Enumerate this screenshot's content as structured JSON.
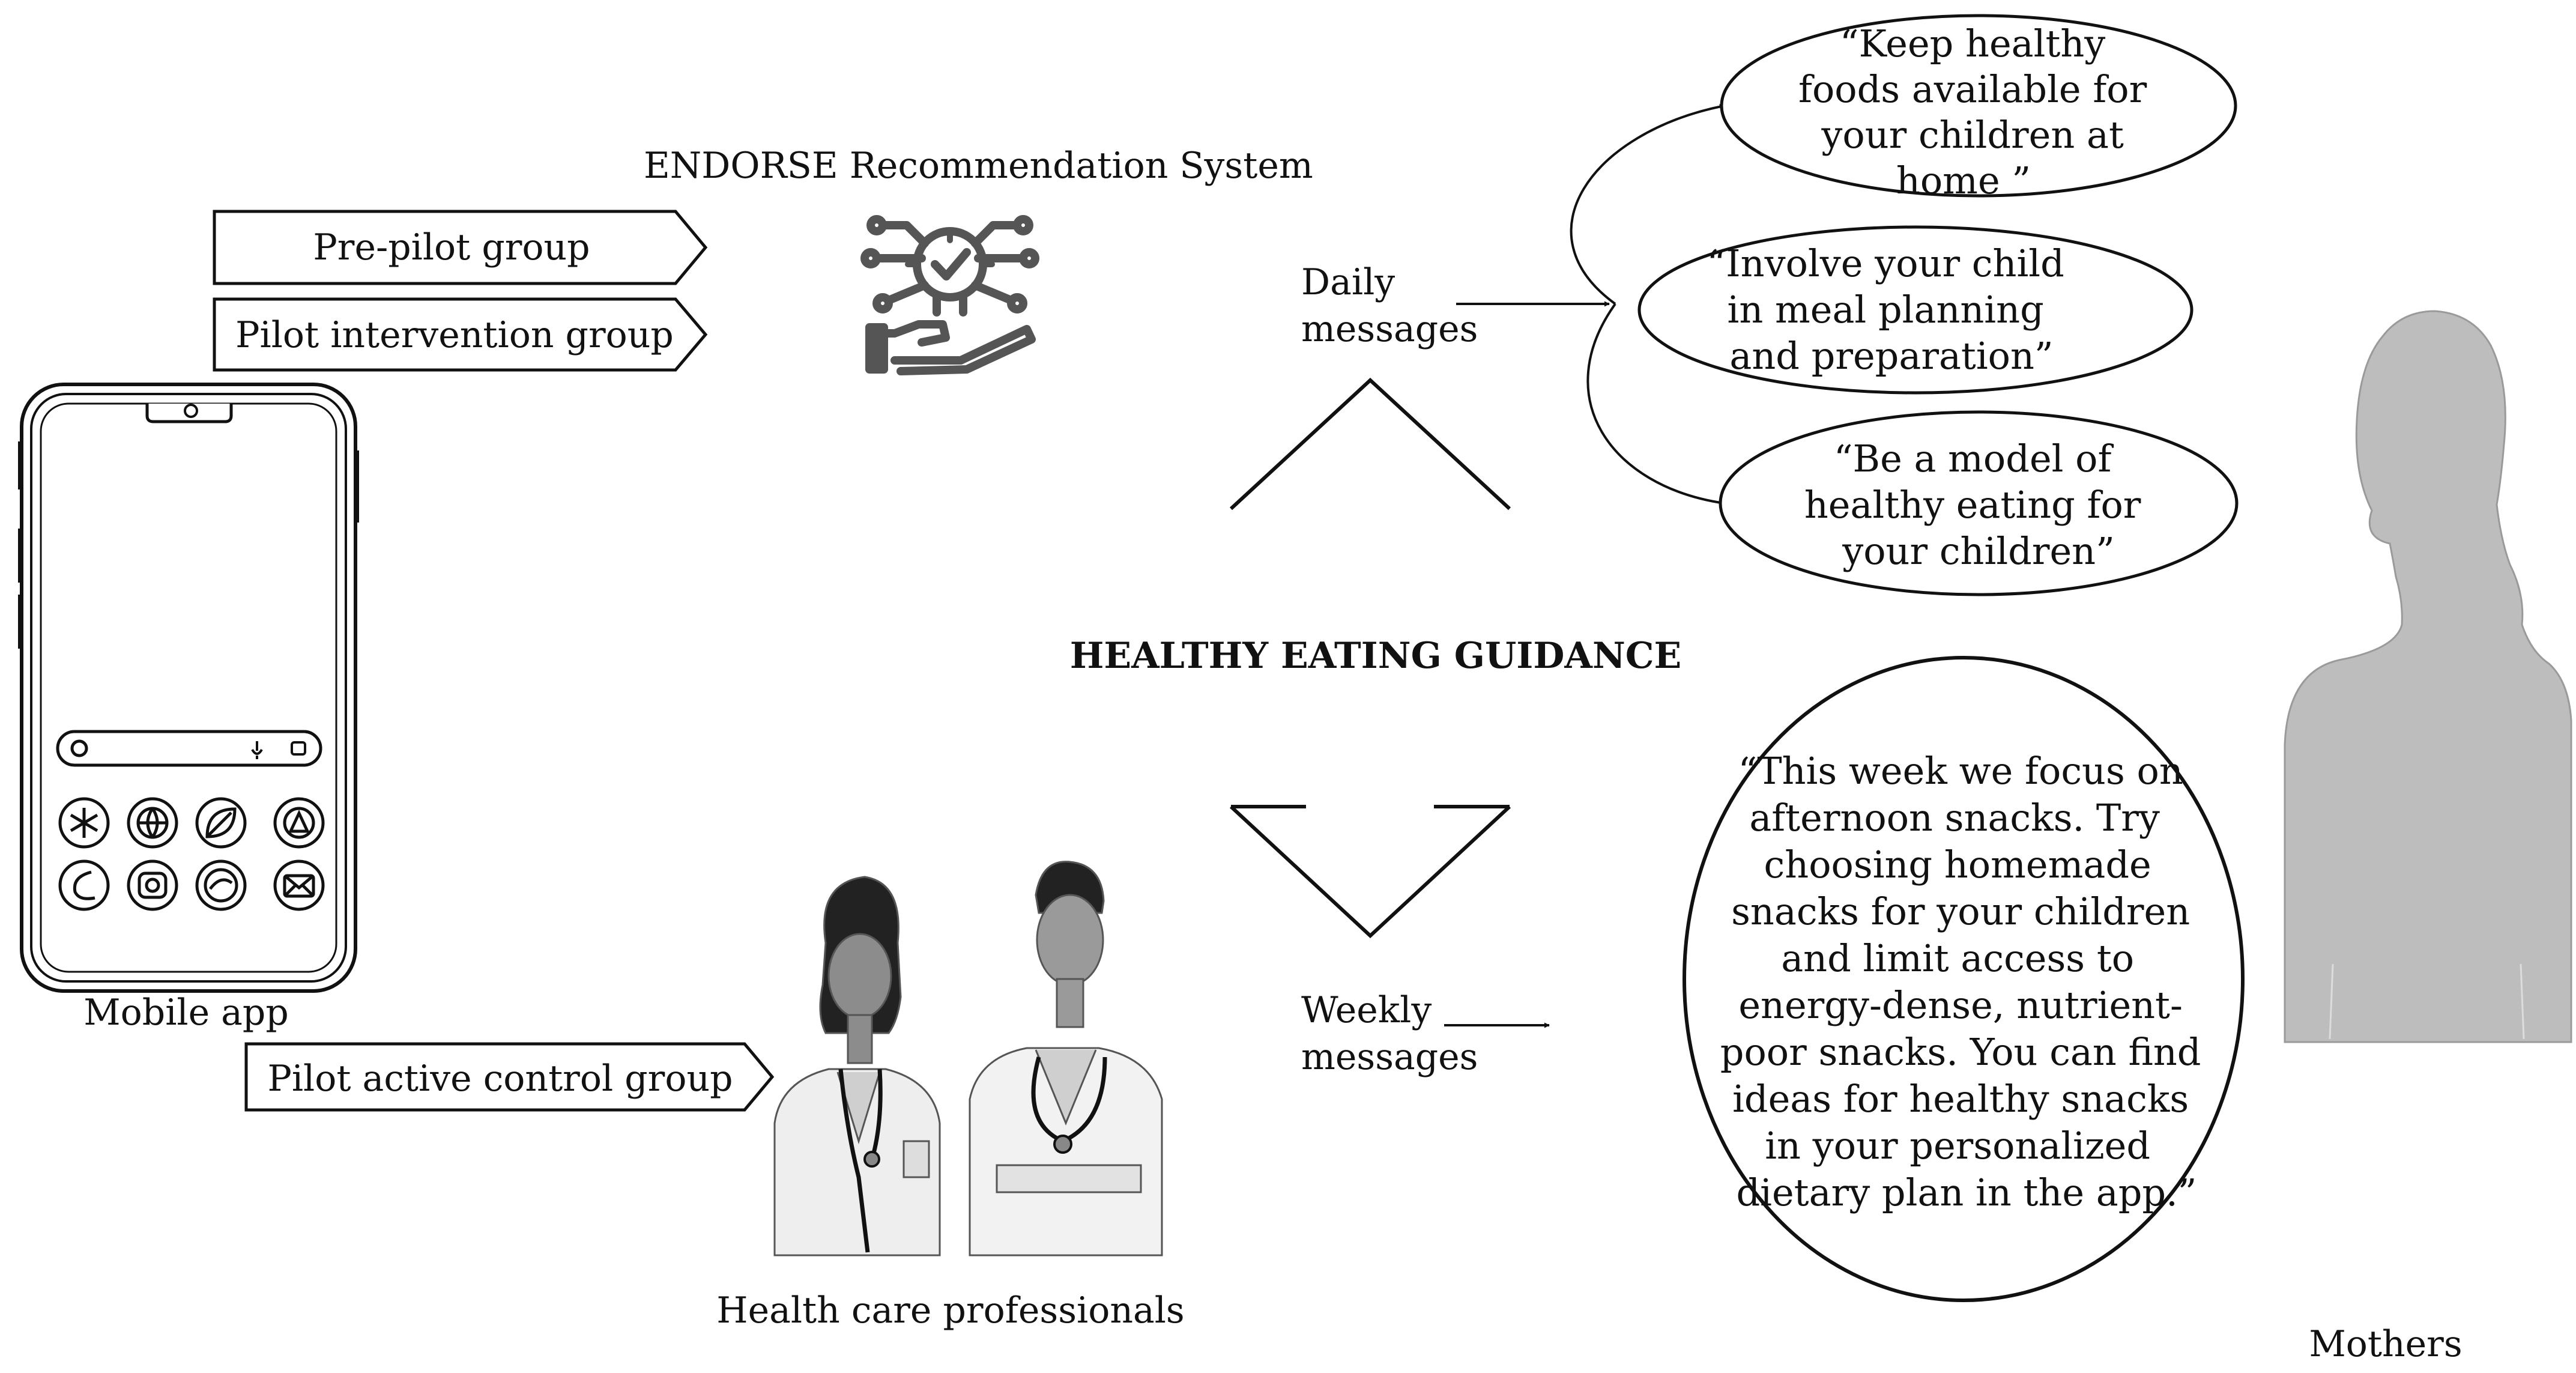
{
  "recommendation_system": {
    "label": "ENDORSE Recommendation System"
  },
  "groups": {
    "pre_pilot": "Pre-pilot group",
    "pilot_intervention": "Pilot intervention group",
    "pilot_active_control": "Pilot active control group"
  },
  "mobile_app": {
    "label": "Mobile app"
  },
  "health_care": {
    "label": "Health care professionals"
  },
  "center": {
    "title": "HEALTHY EATING GUIDANCE"
  },
  "daily": {
    "label_lines": [
      "Daily",
      "messages"
    ],
    "messages": [
      {
        "lines": [
          "“Keep healthy",
          "foods available for",
          "your children at",
          "home ”"
        ]
      },
      {
        "lines": [
          "“Involve your child",
          "in meal planning",
          "and preparation”"
        ]
      },
      {
        "lines": [
          "“Be a model of",
          "healthy eating for",
          "your children”"
        ]
      }
    ]
  },
  "weekly": {
    "label_lines": [
      "Weekly",
      "messages"
    ],
    "message_lines": [
      "“This week we focus on",
      "afternoon snacks. Try",
      "choosing homemade",
      "snacks for your children",
      "and limit access to",
      "energy-dense, nutrient-",
      "poor snacks. You can find",
      "ideas for healthy snacks",
      "in your personalized",
      "dietary plan in the app.”"
    ]
  },
  "mothers": {
    "label": "Mothers"
  },
  "colors": {
    "line": "#111111",
    "silhouette": "#bdbdbd",
    "silhouette_edge": "#9a9a9a",
    "background": "#ffffff"
  }
}
